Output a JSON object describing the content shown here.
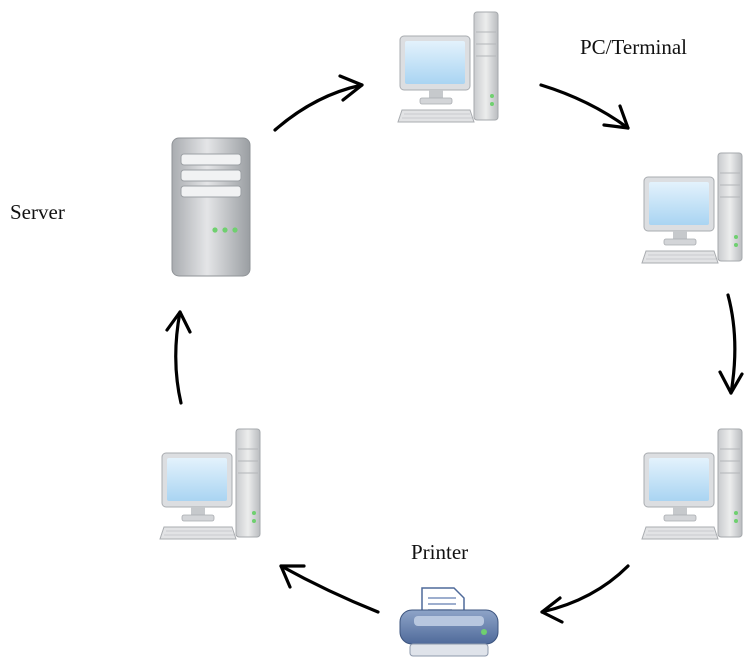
{
  "labels": {
    "pc_terminal": "PC/Terminal",
    "server": "Server",
    "printer": "Printer"
  },
  "nodes": [
    {
      "id": "pc-top",
      "kind": "pc"
    },
    {
      "id": "pc-right-upper",
      "kind": "pc"
    },
    {
      "id": "pc-right-lower",
      "kind": "pc"
    },
    {
      "id": "printer",
      "kind": "printer"
    },
    {
      "id": "pc-left-lower",
      "kind": "pc"
    },
    {
      "id": "server",
      "kind": "server"
    }
  ],
  "edges": [
    {
      "from": "server",
      "to": "pc-top"
    },
    {
      "from": "pc-top",
      "to": "pc-right-upper"
    },
    {
      "from": "pc-right-upper",
      "to": "pc-right-lower"
    },
    {
      "from": "pc-right-lower",
      "to": "printer"
    },
    {
      "from": "printer",
      "to": "pc-left-lower"
    },
    {
      "from": "pc-left-lower",
      "to": "server"
    }
  ],
  "colors": {
    "screen": "#bfe0f7",
    "monitor_frame": "#d7d9dc",
    "tower": "#d4d6d8",
    "arrow": "#000000",
    "led": "#6fd06f"
  }
}
